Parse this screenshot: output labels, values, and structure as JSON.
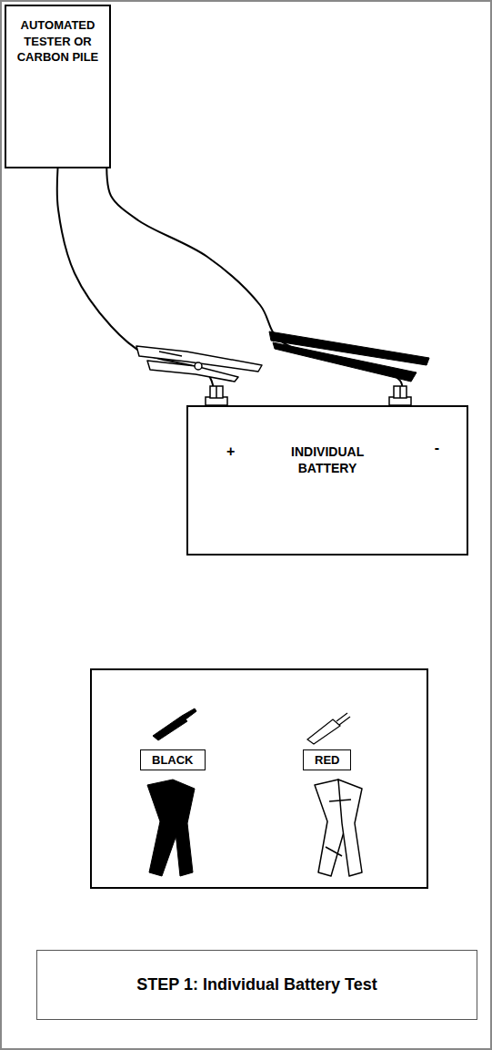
{
  "diagram": {
    "caption": "STEP 1: Individual Battery Test",
    "nodes": [
      {
        "text": [
          "AUTOMATED TESTER OR CARBON PILE"
        ]
      },
      {
        "text": [
          "+",
          "INDIVIDUAL BATTERY",
          "-"
        ]
      },
      {
        "text": [
          "BLACK"
        ]
      },
      {
        "text": [
          "RED"
        ]
      }
    ],
    "edges": [
      {
        "from": 0,
        "to": 1,
        "arrow": "none"
      },
      {
        "from": 0,
        "to": 1,
        "arrow": "none"
      }
    ]
  }
}
